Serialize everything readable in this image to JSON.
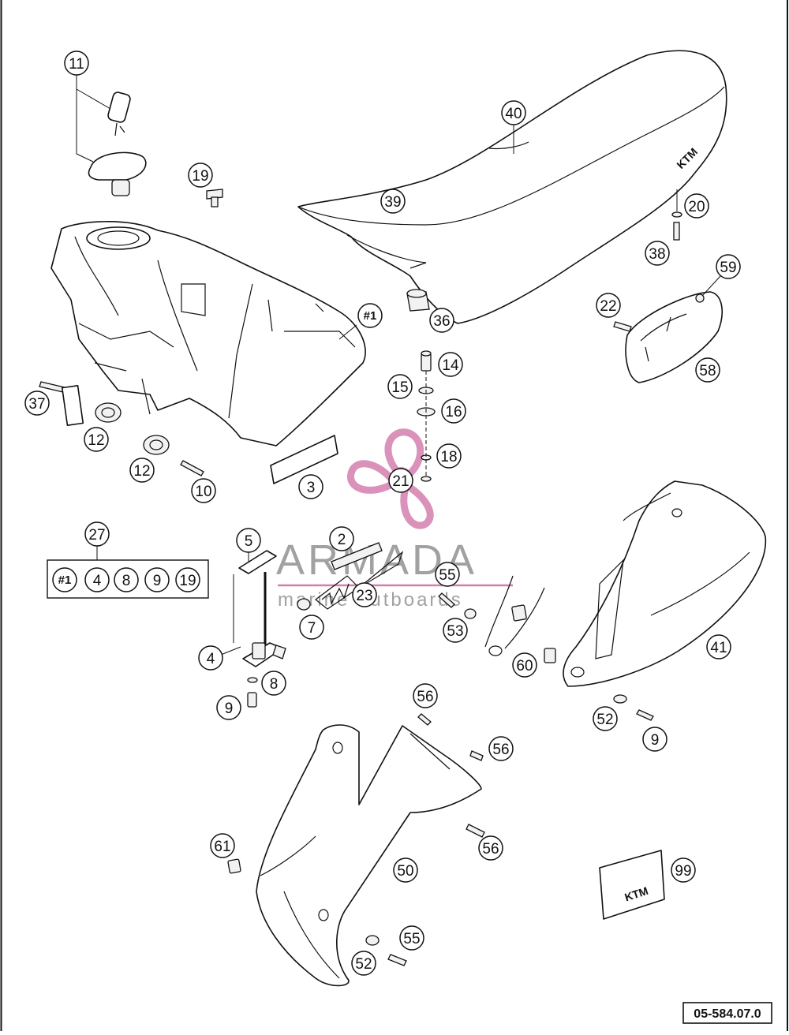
{
  "diagram_ref": "05-584.07.0",
  "watermark": {
    "brand": "ARMADA",
    "tagline": "marine outboards",
    "color": "#d47fae"
  },
  "kit": {
    "number": "27",
    "contents": [
      "#1",
      "4",
      "8",
      "9",
      "19"
    ]
  },
  "callouts": [
    {
      "id": "c11",
      "label": "11"
    },
    {
      "id": "c19",
      "label": "19"
    },
    {
      "id": "c40",
      "label": "40"
    },
    {
      "id": "c39",
      "label": "39"
    },
    {
      "id": "c20",
      "label": "20"
    },
    {
      "id": "c38",
      "label": "38"
    },
    {
      "id": "c59",
      "label": "59"
    },
    {
      "id": "c22",
      "label": "22"
    },
    {
      "id": "c58",
      "label": "58"
    },
    {
      "id": "c36",
      "label": "36"
    },
    {
      "id": "cH1",
      "label": "#1"
    },
    {
      "id": "c14",
      "label": "14"
    },
    {
      "id": "c15",
      "label": "15"
    },
    {
      "id": "c16",
      "label": "16"
    },
    {
      "id": "c18",
      "label": "18"
    },
    {
      "id": "c21",
      "label": "21"
    },
    {
      "id": "c37",
      "label": "37"
    },
    {
      "id": "c12a",
      "label": "12"
    },
    {
      "id": "c12b",
      "label": "12"
    },
    {
      "id": "c10",
      "label": "10"
    },
    {
      "id": "c3",
      "label": "3"
    },
    {
      "id": "c5",
      "label": "5"
    },
    {
      "id": "c2",
      "label": "2"
    },
    {
      "id": "c55a",
      "label": "55"
    },
    {
      "id": "c23",
      "label": "23"
    },
    {
      "id": "c7",
      "label": "7"
    },
    {
      "id": "c53",
      "label": "53"
    },
    {
      "id": "c4",
      "label": "4"
    },
    {
      "id": "c60",
      "label": "60"
    },
    {
      "id": "c8",
      "label": "8"
    },
    {
      "id": "c9a",
      "label": "9"
    },
    {
      "id": "c41",
      "label": "41"
    },
    {
      "id": "c56a",
      "label": "56"
    },
    {
      "id": "c52a",
      "label": "52"
    },
    {
      "id": "c9b",
      "label": "9"
    },
    {
      "id": "c56b",
      "label": "56"
    },
    {
      "id": "c56c",
      "label": "56"
    },
    {
      "id": "c61",
      "label": "61"
    },
    {
      "id": "c50",
      "label": "50"
    },
    {
      "id": "c99",
      "label": "99"
    },
    {
      "id": "c55b",
      "label": "55"
    },
    {
      "id": "c52b",
      "label": "52"
    }
  ]
}
